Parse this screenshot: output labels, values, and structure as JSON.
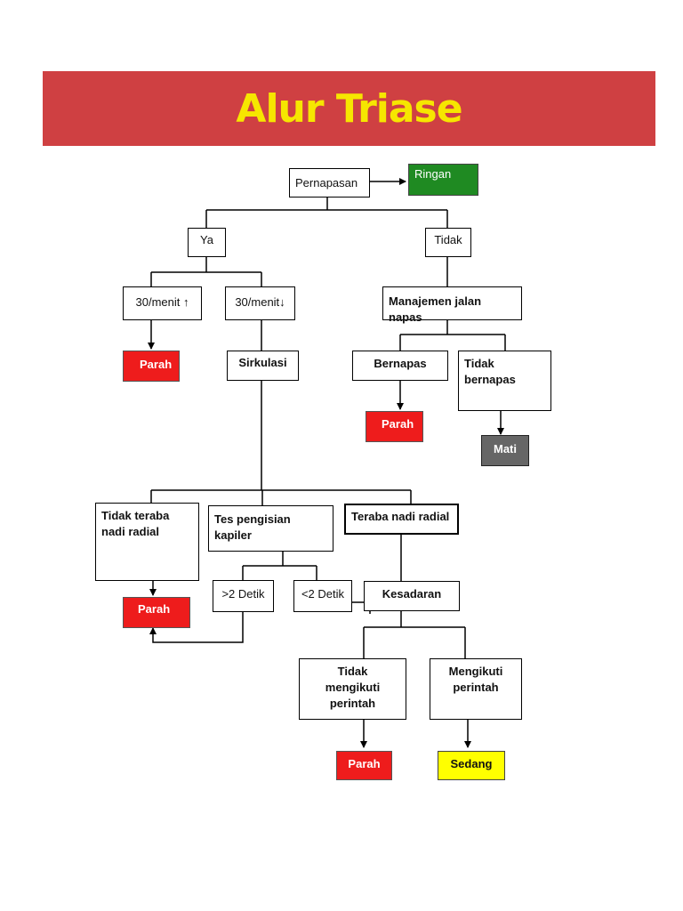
{
  "title": "Alur Triase",
  "colors": {
    "banner": "#cf4042",
    "title_text": "#f6e600",
    "parah": "#ee1c1c",
    "ringan": "#1f8a22",
    "mati": "#666666",
    "sedang": "#ffff00"
  },
  "nodes": {
    "pernapasan": "Pernapasan",
    "ringan": "Ringan",
    "ya": "Ya",
    "tidak": "Tidak",
    "rr_high": "30/menit ↑",
    "rr_low": "30/menit↓",
    "manajemen": "Manajemen jalan napas",
    "parah_1": "Parah",
    "sirkulasi": "Sirkulasi",
    "bernapas": "Bernapas",
    "tidak_bernapas": "Tidak bernapas",
    "parah_2": "Parah",
    "mati": "Mati",
    "tidak_teraba": "Tidak teraba nadi radial",
    "tes_kapiler": "Tes pengisian kapiler",
    "teraba": "Teraba nadi radial",
    "parah_3": "Parah",
    "lebih_2": ">2 Detik",
    "kurang_2": "<2 Detik",
    "kesadaran": "Kesadaran",
    "tidak_mengikuti": "Tidak mengikuti perintah",
    "mengikuti": "Mengikuti perintah",
    "parah_4": "Parah",
    "sedang": "Sedang"
  }
}
